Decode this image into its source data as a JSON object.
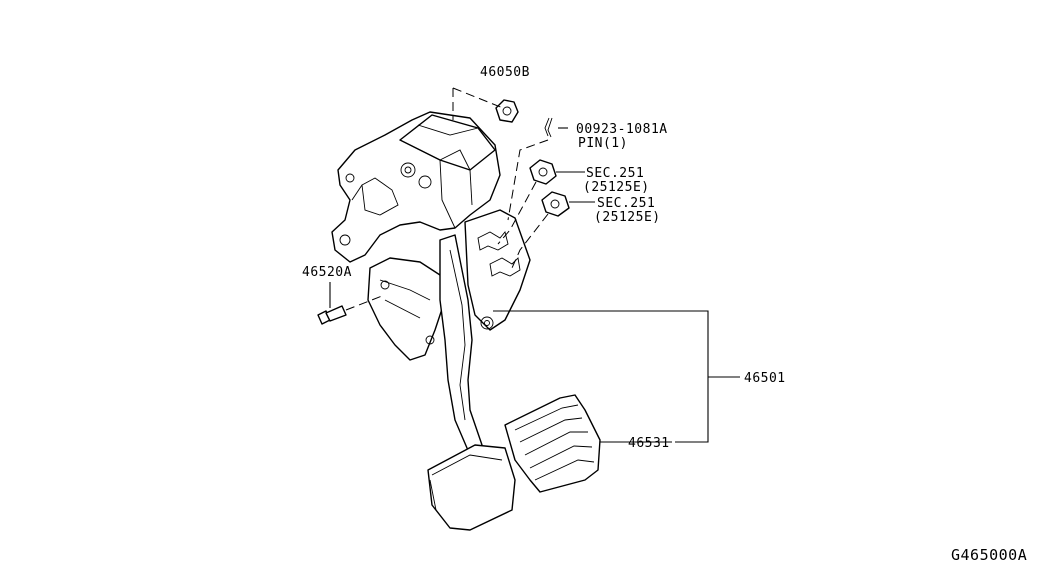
{
  "callouts": {
    "nut_46050b": "46050B",
    "pin_part": "00923-1081A",
    "pin_desc": "PIN(1)",
    "sec_upper": "SEC.251",
    "sec_upper_sub": "(25125E)",
    "sec_lower": "SEC.251",
    "sec_lower_sub": "(25125E)",
    "bolt_46520a": "46520A",
    "assembly_46501": "46501",
    "pad_46531": "46531"
  },
  "figure_id": "G465000A"
}
